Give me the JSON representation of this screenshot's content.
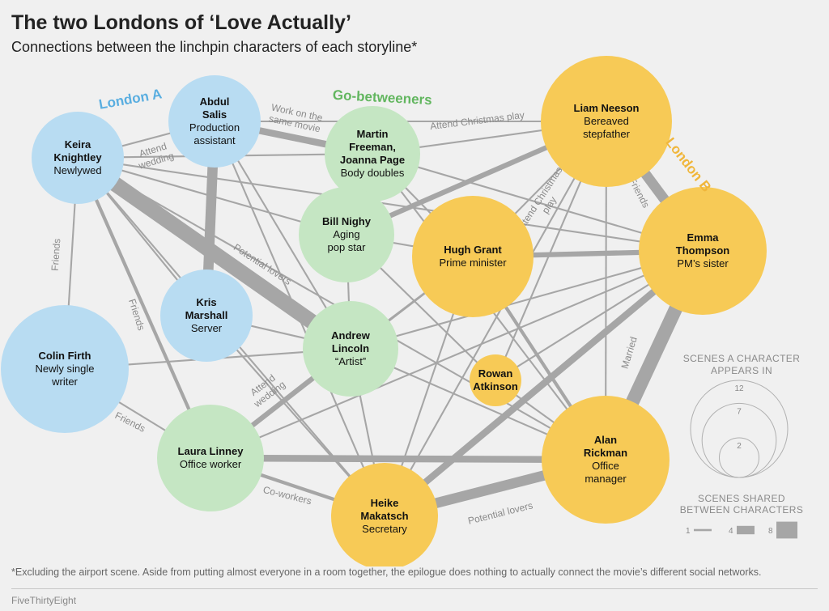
{
  "header": {
    "title": "The two Londons of ‘Love Actually’",
    "subtitle": "Connections between the linchpin characters of each storyline*"
  },
  "footnote": "*Excluding the airport scene. Aside from putting almost everyone in a room together, the epilogue does nothing to actually connect the movie’s different social networks.",
  "credit": "FiveThirtyEight",
  "colors": {
    "london_a": "#b8dcf2",
    "go_between": "#c5e6c3",
    "london_b": "#f7ca56",
    "edge": "#a6a6a6",
    "label_london_a": "#5aaee0",
    "label_go_between": "#62b65f",
    "label_london_b": "#f0b63a"
  },
  "groups": [
    {
      "id": "london_a",
      "label": "London A"
    },
    {
      "id": "go_between",
      "label": "Go-betweeners"
    },
    {
      "id": "london_b",
      "label": "London B"
    }
  ],
  "characters": [
    {
      "id": "keira",
      "group": "london_a",
      "name_lines": [
        "Keira",
        "Knightley"
      ],
      "role_lines": [
        "Newlywed"
      ],
      "scenes": 5
    },
    {
      "id": "abdul",
      "group": "london_a",
      "name_lines": [
        "Abdul",
        "Salis"
      ],
      "role_lines": [
        "Production",
        "assistant"
      ],
      "scenes": 5
    },
    {
      "id": "kris",
      "group": "london_a",
      "name_lines": [
        "Kris",
        "Marshall"
      ],
      "role_lines": [
        "Server"
      ],
      "scenes": 5
    },
    {
      "id": "colin",
      "group": "london_a",
      "name_lines": [
        "Colin Firth"
      ],
      "role_lines": [
        "Newly single",
        "writer"
      ],
      "scenes": 10
    },
    {
      "id": "martin",
      "group": "go_between",
      "name_lines": [
        "Martin",
        "Freeman,",
        "Joanna Page"
      ],
      "role_lines": [
        "Body doubles"
      ],
      "scenes": 4
    },
    {
      "id": "billnighy",
      "group": "go_between",
      "name_lines": [
        "Bill Nighy"
      ],
      "role_lines": [
        "Aging",
        "pop star"
      ],
      "scenes": 5
    },
    {
      "id": "andrew",
      "group": "go_between",
      "name_lines": [
        "Andrew",
        "Lincoln"
      ],
      "role_lines": [
        "“Artist”"
      ],
      "scenes": 5
    },
    {
      "id": "laura",
      "group": "go_between",
      "name_lines": [
        "Laura Linney"
      ],
      "role_lines": [
        "Office worker"
      ],
      "scenes": 7
    },
    {
      "id": "liam",
      "group": "london_b",
      "name_lines": [
        "Liam Neeson"
      ],
      "role_lines": [
        "Bereaved",
        "stepfather"
      ],
      "scenes": 10
    },
    {
      "id": "hugh",
      "group": "london_b",
      "name_lines": [
        "Hugh Grant"
      ],
      "role_lines": [
        "Prime minister"
      ],
      "scenes": 9
    },
    {
      "id": "emma",
      "group": "london_b",
      "name_lines": [
        "Emma",
        "Thompson"
      ],
      "role_lines": [
        "PM’s sister"
      ],
      "scenes": 10
    },
    {
      "id": "rowan",
      "group": "london_b",
      "name_lines": [
        "Rowan",
        "Atkinson"
      ],
      "role_lines": [],
      "scenes": 1
    },
    {
      "id": "alan",
      "group": "london_b",
      "name_lines": [
        "Alan",
        "Rickman"
      ],
      "role_lines": [
        "Office",
        "manager"
      ],
      "scenes": 10
    },
    {
      "id": "heike",
      "group": "london_b",
      "name_lines": [
        "Heike",
        "Makatsch"
      ],
      "role_lines": [
        "Secretary"
      ],
      "scenes": 7
    }
  ],
  "relationships": [
    {
      "a": "keira",
      "b": "andrew",
      "shared": 9,
      "label": "Potential lovers"
    },
    {
      "a": "abdul",
      "b": "kris",
      "shared": 6,
      "label": ""
    },
    {
      "a": "abdul",
      "b": "martin",
      "shared": 4,
      "label": "Work on the same movie"
    },
    {
      "a": "alan",
      "b": "heike",
      "shared": 6,
      "label": "Potential lovers"
    },
    {
      "a": "heike",
      "b": "emma",
      "shared": 4,
      "label": ""
    },
    {
      "a": "emma",
      "b": "alan",
      "shared": 8,
      "label": "Married"
    },
    {
      "a": "liam",
      "b": "emma",
      "shared": 6,
      "label": "Friends"
    },
    {
      "a": "keira",
      "b": "abdul",
      "shared": 1,
      "label": "Attend wedding"
    },
    {
      "a": "keira",
      "b": "colin",
      "shared": 1,
      "label": "Friends"
    },
    {
      "a": "keira",
      "b": "laura",
      "shared": 2,
      "label": "Friends"
    },
    {
      "a": "keira",
      "b": "kris",
      "shared": 1,
      "label": ""
    },
    {
      "a": "keira",
      "b": "heike",
      "shared": 1,
      "label": ""
    },
    {
      "a": "keira",
      "b": "martin",
      "shared": 1,
      "label": ""
    },
    {
      "a": "keira",
      "b": "billnighy",
      "shared": 1,
      "label": ""
    },
    {
      "a": "keira",
      "b": "emma",
      "shared": 1,
      "label": ""
    },
    {
      "a": "keira",
      "b": "alan",
      "shared": 1,
      "label": ""
    },
    {
      "a": "abdul",
      "b": "andrew",
      "shared": 1,
      "label": ""
    },
    {
      "a": "abdul",
      "b": "liam",
      "shared": 1,
      "label": ""
    },
    {
      "a": "abdul",
      "b": "heike",
      "shared": 1,
      "label": ""
    },
    {
      "a": "kris",
      "b": "andrew",
      "shared": 1,
      "label": ""
    },
    {
      "a": "kris",
      "b": "heike",
      "shared": 1,
      "label": "Attend wedding"
    },
    {
      "a": "colin",
      "b": "laura",
      "shared": 1,
      "label": "Friends"
    },
    {
      "a": "colin",
      "b": "andrew",
      "shared": 1,
      "label": ""
    },
    {
      "a": "martin",
      "b": "liam",
      "shared": 1,
      "label": "Attend Christmas play"
    },
    {
      "a": "martin",
      "b": "hugh",
      "shared": 1,
      "label": ""
    },
    {
      "a": "martin",
      "b": "emma",
      "shared": 1,
      "label": ""
    },
    {
      "a": "martin",
      "b": "alan",
      "shared": 1,
      "label": ""
    },
    {
      "a": "billnighy",
      "b": "liam",
      "shared": 3,
      "label": ""
    },
    {
      "a": "billnighy",
      "b": "hugh",
      "shared": 1,
      "label": ""
    },
    {
      "a": "billnighy",
      "b": "andrew",
      "shared": 1,
      "label": ""
    },
    {
      "a": "billnighy",
      "b": "rowan",
      "shared": 1,
      "label": ""
    },
    {
      "a": "andrew",
      "b": "laura",
      "shared": 3,
      "label": ""
    },
    {
      "a": "andrew",
      "b": "heike",
      "shared": 1,
      "label": ""
    },
    {
      "a": "andrew",
      "b": "hugh",
      "shared": 1,
      "label": ""
    },
    {
      "a": "andrew",
      "b": "emma",
      "shared": 1,
      "label": ""
    },
    {
      "a": "andrew",
      "b": "alan",
      "shared": 1,
      "label": ""
    },
    {
      "a": "laura",
      "b": "alan",
      "shared": 4,
      "label": ""
    },
    {
      "a": "laura",
      "b": "heike",
      "shared": 2,
      "label": "Co-workers"
    },
    {
      "a": "laura",
      "b": "hugh",
      "shared": 1,
      "label": ""
    },
    {
      "a": "laura",
      "b": "emma",
      "shared": 1,
      "label": ""
    },
    {
      "a": "liam",
      "b": "hugh",
      "shared": 1,
      "label": ""
    },
    {
      "a": "liam",
      "b": "rowan",
      "shared": 1,
      "label": "Attend Christmas play"
    },
    {
      "a": "liam",
      "b": "alan",
      "shared": 1,
      "label": ""
    },
    {
      "a": "liam",
      "b": "heike",
      "shared": 1,
      "label": ""
    },
    {
      "a": "hugh",
      "b": "emma",
      "shared": 3,
      "label": ""
    },
    {
      "a": "hugh",
      "b": "alan",
      "shared": 2,
      "label": ""
    },
    {
      "a": "hugh",
      "b": "heike",
      "shared": 1,
      "label": ""
    },
    {
      "a": "emma",
      "b": "rowan",
      "shared": 1,
      "label": ""
    },
    {
      "a": "rowan",
      "b": "alan",
      "shared": 1,
      "label": ""
    }
  ],
  "legend": {
    "size_heading": [
      "SCENES A CHARACTER",
      "APPEARS IN"
    ],
    "size_values": [
      12,
      7,
      2
    ],
    "edge_heading": [
      "SCENES SHARED",
      "BETWEEN CHARACTERS"
    ],
    "edge_values": [
      1,
      4,
      8
    ]
  }
}
